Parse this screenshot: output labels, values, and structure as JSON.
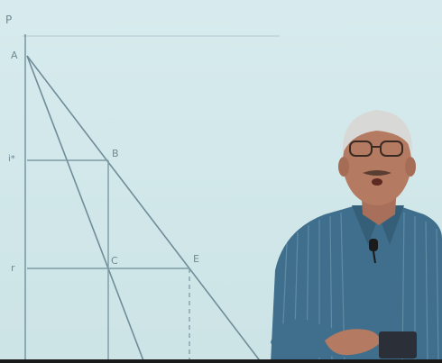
{
  "diagram": {
    "axis_label_y": "P",
    "point_labels": {
      "a": "A",
      "b": "B",
      "c": "C",
      "e": "E"
    },
    "level_labels": {
      "p_star": "i*",
      "r": "r"
    }
  },
  "colors": {
    "projection_bg": "#d3e9eb",
    "line_color": "#7d9aa6",
    "shirt": "#3f6f8c",
    "skin": "#b57a62",
    "hair": "#d8d8d6"
  }
}
